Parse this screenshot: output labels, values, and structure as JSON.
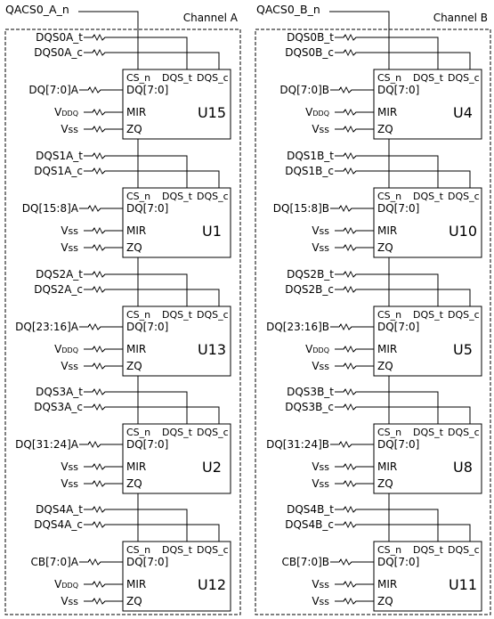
{
  "channels": [
    {
      "signal": "QACS0_A_n",
      "label": "Channel A",
      "chips": [
        {
          "id": "U15",
          "dqs_t": "DQS0A_t",
          "dqs_c": "DQS0A_c",
          "dq": "DQ[7:0]A",
          "mir": "VDDQ",
          "zq": "Vss"
        },
        {
          "id": "U1",
          "dqs_t": "DQS1A_t",
          "dqs_c": "DQS1A_c",
          "dq": "DQ[15:8]A",
          "mir": "Vss",
          "zq": "Vss"
        },
        {
          "id": "U13",
          "dqs_t": "DQS2A_t",
          "dqs_c": "DQS2A_c",
          "dq": "DQ[23:16]A",
          "mir": "VDDQ",
          "zq": "Vss"
        },
        {
          "id": "U2",
          "dqs_t": "DQS3A_t",
          "dqs_c": "DQS3A_c",
          "dq": "DQ[31:24]A",
          "mir": "Vss",
          "zq": "Vss"
        },
        {
          "id": "U12",
          "dqs_t": "DQS4A_t",
          "dqs_c": "DQS4A_c",
          "dq": "CB[7:0]A",
          "mir": "VDDQ",
          "zq": "Vss"
        }
      ]
    },
    {
      "signal": "QACS0_B_n",
      "label": "Channel B",
      "chips": [
        {
          "id": "U4",
          "dqs_t": "DQS0B_t",
          "dqs_c": "DQS0B_c",
          "dq": "DQ[7:0]B",
          "mir": "VDDQ",
          "zq": "Vss"
        },
        {
          "id": "U10",
          "dqs_t": "DQS1B_t",
          "dqs_c": "DQS1B_c",
          "dq": "DQ[15:8]B",
          "mir": "Vss",
          "zq": "Vss"
        },
        {
          "id": "U5",
          "dqs_t": "DQS2B_t",
          "dqs_c": "DQS2B_c",
          "dq": "DQ[23:16]B",
          "mir": "VDDQ",
          "zq": "Vss"
        },
        {
          "id": "U8",
          "dqs_t": "DQS3B_t",
          "dqs_c": "DQS3B_c",
          "dq": "DQ[31:24]B",
          "mir": "Vss",
          "zq": "Vss"
        },
        {
          "id": "U11",
          "dqs_t": "DQS4B_t",
          "dqs_c": "DQS4B_c",
          "dq": "CB[7:0]B",
          "mir": "Vss",
          "zq": "Vss"
        }
      ]
    }
  ],
  "pin_labels": {
    "cs": "CS_n",
    "dqs_t": "DQS_t",
    "dqs_c": "DQS_c",
    "dq": "DQ[7:0]",
    "mir": "MIR",
    "zq": "ZQ"
  }
}
